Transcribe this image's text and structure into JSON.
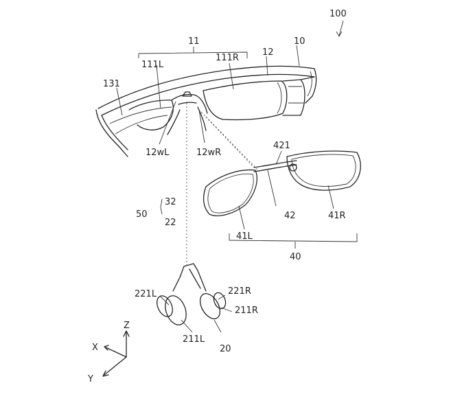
{
  "labels": {
    "l100": "100",
    "l11": "11",
    "l111L": "111L",
    "l111R": "111R",
    "l12": "12",
    "l10": "10",
    "l131": "131",
    "l12wL": "12wL",
    "l12wR": "12wR",
    "l421": "421",
    "l50": "50",
    "l32": "32",
    "l22": "22",
    "l41L": "41L",
    "l42": "42",
    "l41R": "41R",
    "l40": "40",
    "l221L": "221L",
    "l221R": "221R",
    "l211R": "211R",
    "l211L": "211L",
    "l20": "20",
    "axisX": "X",
    "axisY": "Y",
    "axisZ": "Z"
  }
}
